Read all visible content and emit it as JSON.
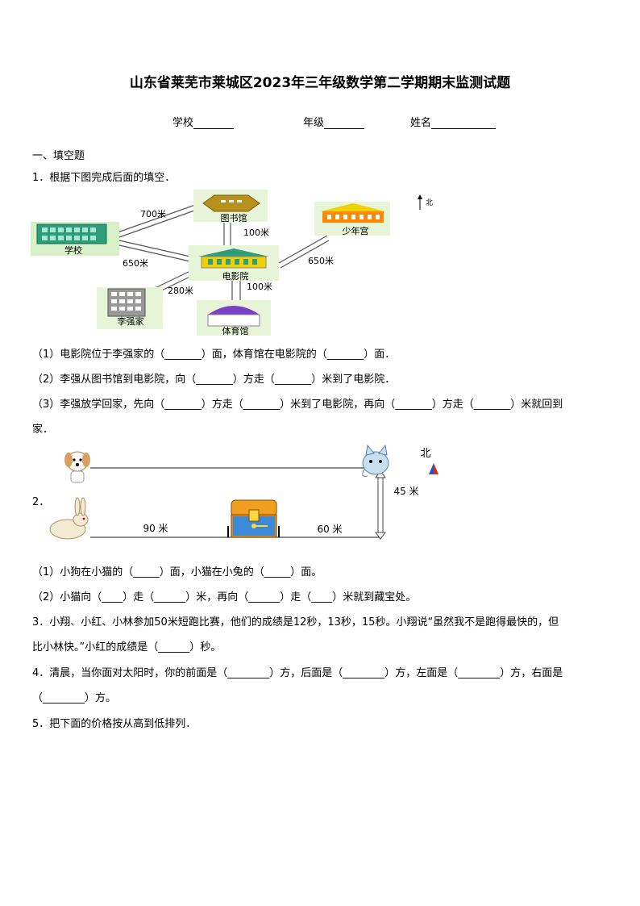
{
  "header": {
    "title": "山东省莱芜市莱城区2023年三年级数学第二学期期末监测试题",
    "school_label": "学校",
    "grade_label": "年级",
    "name_label": "姓名"
  },
  "section1": {
    "heading": "一、填空题"
  },
  "q1": {
    "prompt": "1．根据下图完成后面的填空．",
    "map": {
      "library": "图书馆",
      "school": "学校",
      "youth_palace": "少年宫",
      "cinema": "电影院",
      "lijia": "李强家",
      "gym": "体育馆",
      "north": "北",
      "d_school_library": "700米",
      "d_library_cinema": "100米",
      "d_school_cinema": "650米",
      "d_cinema_youth": "650米",
      "d_lijia_cinema": "280米",
      "d_cinema_gym": "100米"
    },
    "sub1": "（1）电影院位于李强家的（_______）面，体育馆在电影院的（_______）面．",
    "sub2": "（2）李强从图书馆到电影院，向（_______）方走（_______）米到了电影院．",
    "sub3a": "（3）李强放学回家，先向（_______）方走（_______）米到了电影院，再向（_______）方走（_______）米就回到",
    "sub3b": "家．"
  },
  "q2": {
    "number": "2．",
    "north": "北",
    "d_rabbit_box": "90 米",
    "d_box_corner": "60 米",
    "d_cat_corner": "45 米",
    "sub1": "（1）小狗在小猫的（_____）面，小猫在小兔的（_____）面。",
    "sub2": "（2）小猫向（____）走（______）米，再向（______）走（____）米就到藏宝处。"
  },
  "q3": {
    "line1": "3．小翔、小红、小林参加50米短跑比赛，他们的成绩是12秒，13秒，15秒。小翔说“虽然我不是跑得最快的，但",
    "line2": "比小林快。”小红的成绩是（______）秒。"
  },
  "q4": {
    "line1": "4．清晨，当你面对太阳时，你的前面是（________）方，后面是（________）方，左面是（________）方，右面是",
    "line2": "（________）方。"
  },
  "q5": {
    "text": "5．把下面的价格按从高到低排列．"
  }
}
